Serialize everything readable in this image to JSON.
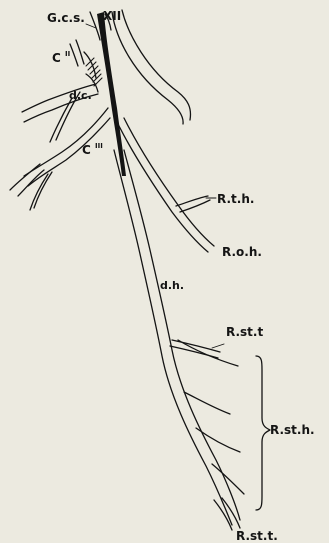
{
  "figure": {
    "labels": {
      "gcs": "G.c.s.",
      "xii": "XII",
      "c2_letter": "C",
      "c2_sup": "II",
      "dc": "d.c.",
      "c3_letter": "C",
      "c3_sup": "III",
      "rth": "R.t.h.",
      "roh": "R.o.h.",
      "dh": "d.h.",
      "rstt_upper": "R.st.t",
      "rsth": "R.st.h.",
      "rstt_lower": "R.st.t."
    },
    "colors": {
      "background": "#eceae0",
      "ink": "#141414"
    }
  }
}
